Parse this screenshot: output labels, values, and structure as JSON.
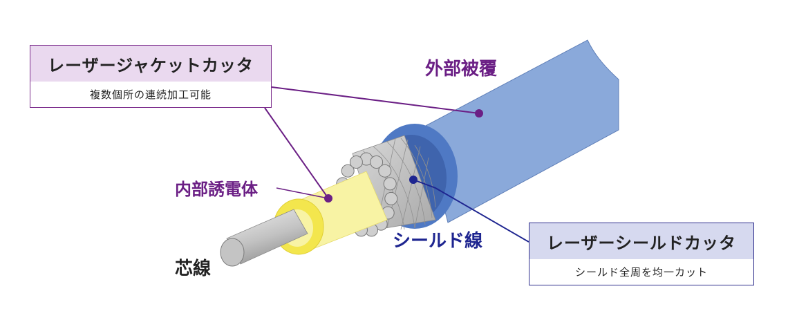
{
  "labels": {
    "outer_jacket": "外部被覆",
    "inner_dielectric": "内部誘電体",
    "shield_wire": "シールド線",
    "core_wire": "芯線"
  },
  "callouts": {
    "jacket_cutter": {
      "title": "レーザージャケットカッタ",
      "description": "複数個所の連続加工可能"
    },
    "shield_cutter": {
      "title": "レーザーシールドカッタ",
      "description": "シールド全周を均一カット"
    }
  },
  "colors": {
    "jacket": "#8aa9da",
    "jacket_dark": "#4f79c4",
    "dielectric": "#f8f3a4",
    "dielectric_dark": "#f3e64d",
    "core": "#b8b8b8",
    "shield": "#c9c9c9",
    "purple": "#6b1f85",
    "navy": "#1e2590"
  }
}
